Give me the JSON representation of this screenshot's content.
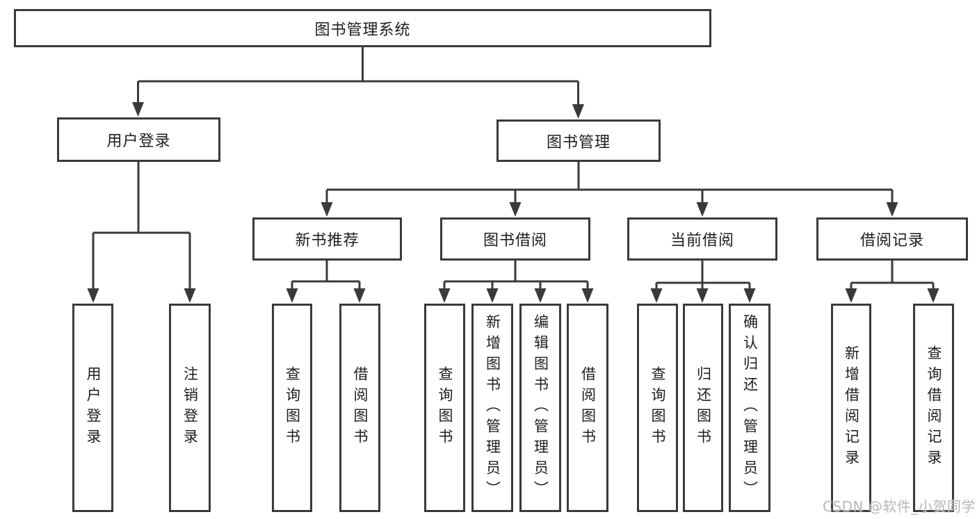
{
  "diagram": {
    "root": {
      "label": "图书管理系统"
    },
    "branches": [
      {
        "label": "用户登录",
        "children": [
          {
            "label": "用户登录"
          },
          {
            "label": "注销登录"
          }
        ]
      },
      {
        "label": "图书管理",
        "children": [
          {
            "label": "新书推荐",
            "children": [
              {
                "label": "查询图书"
              },
              {
                "label": "借阅图书"
              }
            ]
          },
          {
            "label": "图书借阅",
            "children": [
              {
                "label": "查询图书"
              },
              {
                "label": "新增图书（管理员）"
              },
              {
                "label": "编辑图书（管理员）"
              },
              {
                "label": "借阅图书"
              }
            ]
          },
          {
            "label": "当前借阅",
            "children": [
              {
                "label": "查询图书"
              },
              {
                "label": "归还图书"
              },
              {
                "label": "确认归还（管理员）"
              }
            ]
          },
          {
            "label": "借阅记录",
            "children": [
              {
                "label": "新增借阅记录"
              },
              {
                "label": "查询借阅记录"
              }
            ]
          }
        ]
      }
    ]
  },
  "watermark": {
    "text": "CSDN @软件_小贺同学"
  },
  "colors": {
    "line": "#3a3a3a",
    "text": "#1d1d1f",
    "watermark": "#b7b7b7",
    "background": "#ffffff"
  }
}
